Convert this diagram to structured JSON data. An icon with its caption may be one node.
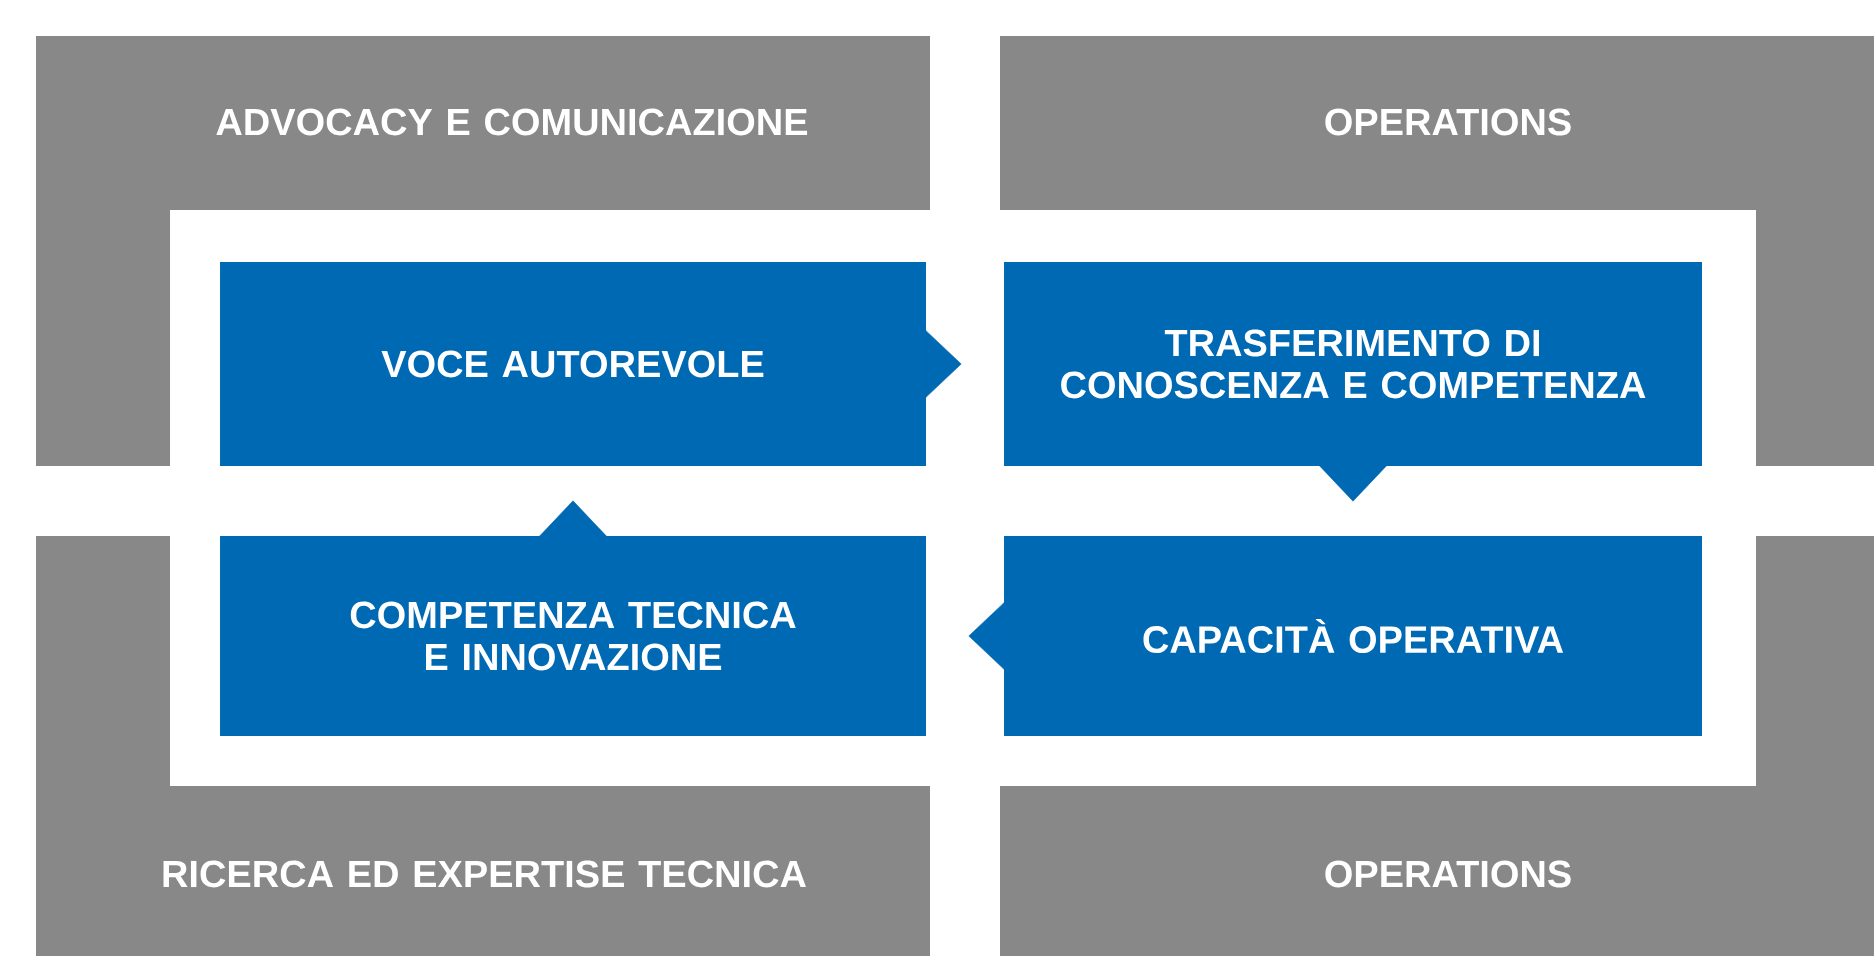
{
  "diagram": {
    "nodes": [
      {
        "text": [
          "ADVOCACY E COMUNICAZIONE"
        ]
      },
      {
        "text": [
          "OPERATIONS"
        ]
      },
      {
        "text": [
          "RICERCA ED EXPERTISE TECNICA"
        ]
      },
      {
        "text": [
          "OPERATIONS"
        ]
      },
      {
        "text": [
          "VOCE AUTOREVOLE"
        ]
      },
      {
        "text": [
          "TRASFERIMENTO DI CONOSCENZA E COMPETENZA"
        ]
      },
      {
        "text": [
          "COMPETENZA TECNICA E INNOVAZIONE"
        ]
      },
      {
        "text": [
          "CAPACITÀ OPERATIVA"
        ]
      }
    ],
    "edges": [
      {
        "from": 4,
        "to": 5,
        "arrow": "to"
      },
      {
        "from": 5,
        "to": 7,
        "arrow": "to"
      },
      {
        "from": 7,
        "to": 6,
        "arrow": "to"
      },
      {
        "from": 6,
        "to": 4,
        "arrow": "to"
      }
    ]
  }
}
